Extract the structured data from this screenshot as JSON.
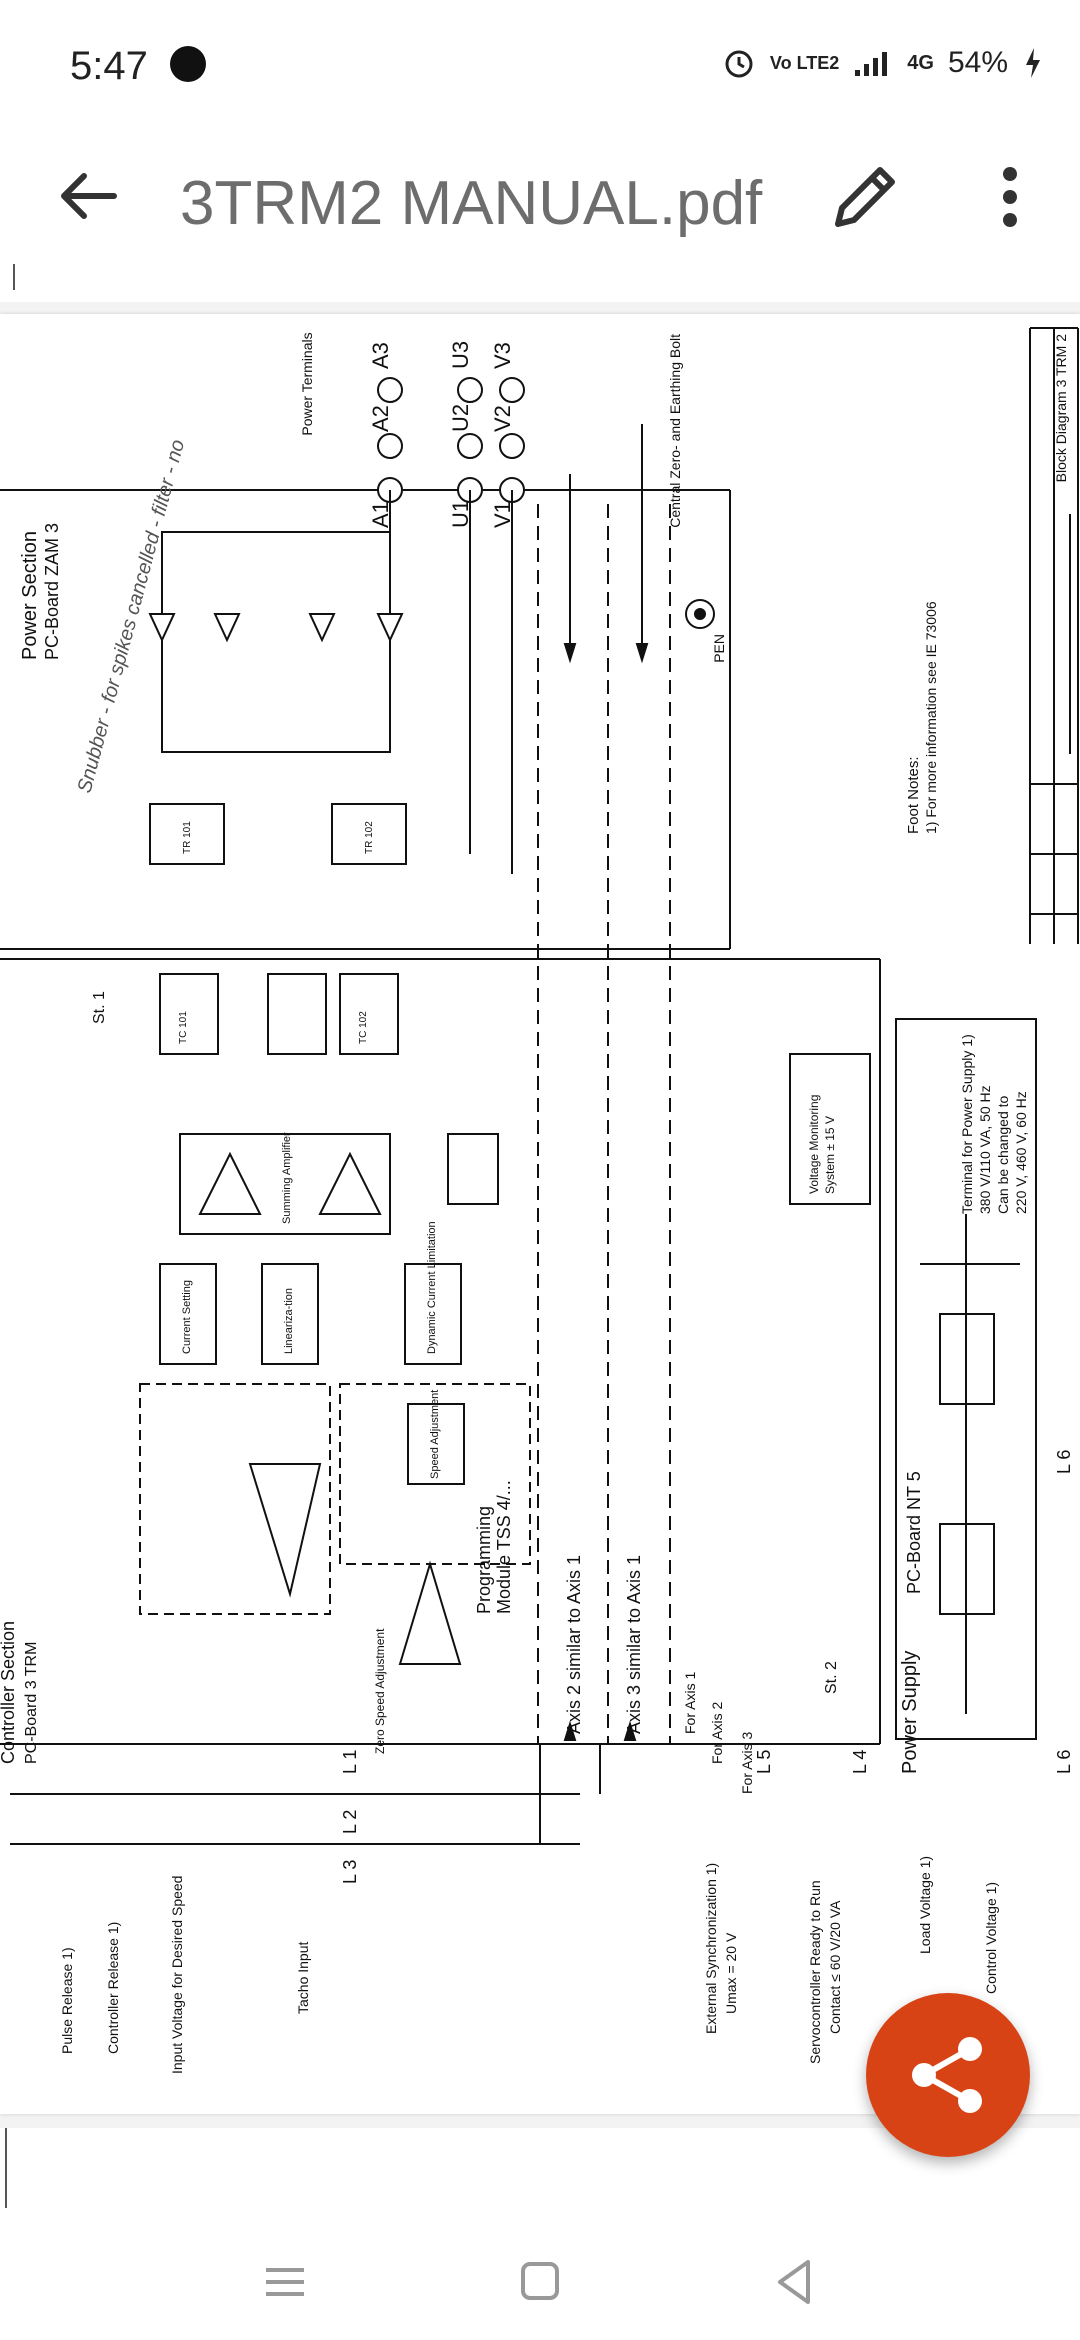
{
  "status_bar": {
    "time": "5:47",
    "network": "Vo LTE2",
    "signal": "4G",
    "battery": "54%"
  },
  "app_bar": {
    "title": "3TRM2 MANUAL.pdf",
    "icons": [
      "back-arrow-icon",
      "edit-pencil-icon",
      "more-vert-icon"
    ]
  },
  "document": {
    "sheet_title": "Block Diagram 3 TRM 2",
    "controller_section_title": "Controller Section",
    "controller_board": "PC-Board 3 TRM",
    "power_section_title": "Power Section",
    "power_board": "PC-Board ZAM 3",
    "power_terminals_label": "Power Terminals",
    "terminals_row1": [
      "A3",
      "U3",
      "V3"
    ],
    "terminals_row2": [
      "A2",
      "U2",
      "V2"
    ],
    "terminals_row3": [
      "A1",
      "U1",
      "V1"
    ],
    "earthing_label": "Central Zero- and Earthing Bolt",
    "pen_label": "PEN",
    "footnotes_title": "Foot Notes:",
    "footnote_1": "1) For more information see IE 73006",
    "power_supply_terminal_note": "Terminal for Power Supply 1)",
    "power_supply_voltage": "380 V/110 VA, 50 Hz",
    "power_supply_change_1": "Can be changed to",
    "power_supply_change_2": "220 V, 460 V, 60 Hz",
    "power_supply_title": "Power Supply",
    "pc_board_nt5": "PC-Board NT 5",
    "voltage_monitoring_1": "Voltage Monitoring",
    "voltage_monitoring_2": "System ± 15 V",
    "axis2": "Axis 2 similar to Axis 1",
    "axis3": "Axis 3 similar to Axis 1",
    "for_axis_1": "For Axis 1",
    "for_axis_2": "For Axis 2",
    "for_axis_3": "For Axis 3",
    "programming_module_1": "Programming",
    "programming_module_2": "Module TSS 4/...",
    "speed_adjustment": "Speed Adjustment",
    "zero_speed_adjustment": "Zero Speed Adjustment",
    "current_setting": "Current Setting",
    "linearization": "Lineariza-tion",
    "summing_amplifier": "Summing Amplifier",
    "dynamic_current_limitation": "Dynamic Current Limitation",
    "left_labels": [
      "Pulse Release 1)",
      "Controller Release 1)",
      "Input Voltage for Desired Speed",
      "Tacho Input"
    ],
    "ext_sync_1": "External Synchronization 1)",
    "ext_sync_2": "Umax = 20 V",
    "servo_ready_1": "Servocontroller Ready to Run",
    "servo_ready_2": "Contact ≤ 60 V/20 VA",
    "load_voltage": "Load Voltage 1)",
    "control_voltage": "Control Voltage 1)",
    "rail_labels": [
      "L 1",
      "L 2",
      "L 3",
      "L 4",
      "L 5",
      "L 6",
      "L 6"
    ],
    "st1": "St. 1",
    "st2": "St. 2",
    "handwritten_note": "Snubber - for spikes cancelled - filter - no",
    "tc101": "TC 101",
    "tc102": "TC 102",
    "tr101": "TR 101",
    "tr102": "TR 102"
  },
  "fab": {
    "icon": "share-icon"
  },
  "nav_bar": {
    "icons": [
      "recents-icon",
      "home-icon",
      "back-icon"
    ]
  }
}
